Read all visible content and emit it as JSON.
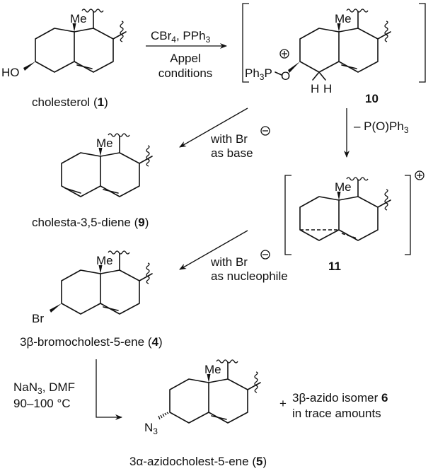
{
  "compounds": {
    "cholesterol": {
      "name": "cholesterol",
      "number": "1",
      "substituent": "HO",
      "methyl": "Me"
    },
    "intermediate_10": {
      "number": "10",
      "phosphonium": "Ph",
      "phosphonium_sub": "3",
      "phosphorus": "P",
      "oxygen": "O",
      "hydrogen_a": "H",
      "hydrogen_b": "H",
      "methyl": "Me",
      "charge": "+"
    },
    "diene_9": {
      "name": "cholesta-3,5-diene",
      "number": "9",
      "methyl": "Me"
    },
    "cation_11": {
      "number": "11",
      "methyl": "Me",
      "charge": "+"
    },
    "bromide_4": {
      "name": "3β-bromocholest-5-ene",
      "number": "4",
      "substituent": "Br",
      "methyl": "Me"
    },
    "azide_5": {
      "name": "3α-azidocholest-5-ene",
      "number": "5",
      "substituent": "N",
      "substituent_sub": "3",
      "methyl": "Me"
    }
  },
  "reactions": {
    "appel": {
      "reagent_line1_a": "CBr",
      "reagent_line1_sub1": "4",
      "reagent_line1_b": ", PPh",
      "reagent_line1_sub2": "3",
      "line2": "Appel",
      "line3": "conditions"
    },
    "elimination": {
      "line1": "with Br",
      "line2": "as base",
      "charge": "−"
    },
    "loss": {
      "label_a": "– P(O)Ph",
      "label_sub": "3"
    },
    "substitution": {
      "line1": "with Br",
      "line2": "as nucleophile",
      "charge": "−"
    },
    "azidation": {
      "line1_a": "NaN",
      "line1_sub": "3",
      "line1_b": ", DMF",
      "line2": "90–100 °C"
    }
  },
  "byproduct": {
    "plus": "+",
    "line1_a": "3β-azido isomer ",
    "line1_num": "6",
    "line2": "in trace amounts"
  }
}
